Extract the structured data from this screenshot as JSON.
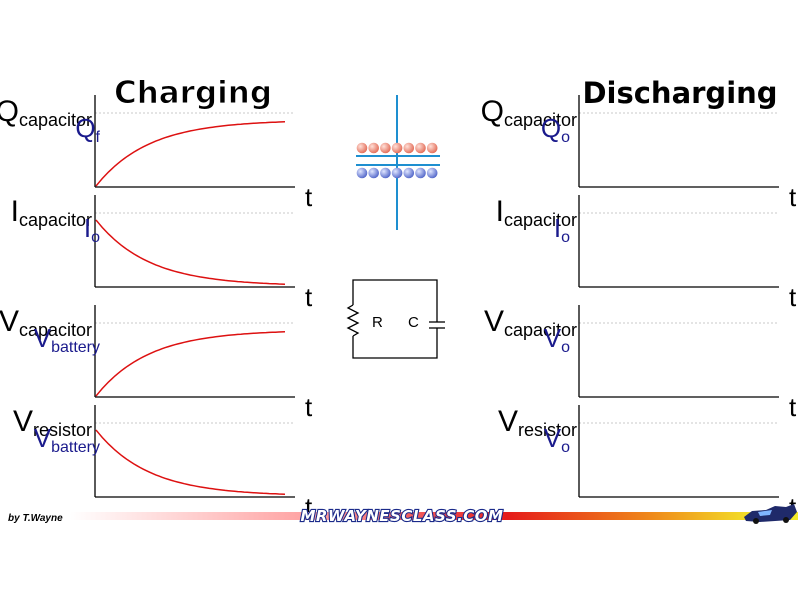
{
  "titles": {
    "left": "Charging",
    "right": "Discharging"
  },
  "axis_variable": "t",
  "left_graphs": [
    {
      "id": "q",
      "ylabel_main": "Q",
      "ylabel_sub": "capacitor",
      "marker_main": "Q",
      "marker_sub": "f",
      "curve": "rise"
    },
    {
      "id": "i",
      "ylabel_main": "I",
      "ylabel_sub": "capacitor",
      "marker_main": "I",
      "marker_sub": "o",
      "curve": "decay"
    },
    {
      "id": "vc",
      "ylabel_main": "V",
      "ylabel_sub": "capacitor",
      "marker_main": "V",
      "marker_sub": "battery",
      "curve": "rise"
    },
    {
      "id": "vr",
      "ylabel_main": "V",
      "ylabel_sub": "resistor",
      "marker_main": "V",
      "marker_sub": "battery",
      "curve": "decay"
    }
  ],
  "right_graphs": [
    {
      "id": "q",
      "ylabel_main": "Q",
      "ylabel_sub": "capacitor",
      "marker_main": "Q",
      "marker_sub": "o"
    },
    {
      "id": "i",
      "ylabel_main": "I",
      "ylabel_sub": "capacitor",
      "marker_main": "I",
      "marker_sub": "o"
    },
    {
      "id": "vc",
      "ylabel_main": "V",
      "ylabel_sub": "capacitor",
      "marker_main": "V",
      "marker_sub": "o"
    },
    {
      "id": "vr",
      "ylabel_main": "V",
      "ylabel_sub": "resistor",
      "marker_main": "V",
      "marker_sub": "o"
    }
  ],
  "circuit": {
    "resistor_label": "R",
    "capacitor_label": "C"
  },
  "capacitor_plates": {
    "positive_color": "#f08a78",
    "negative_color": "#7a8fe0",
    "charges_per_plate": 7
  },
  "footer": {
    "author": "by T.Wayne",
    "site": "MRWAYNESCLASS.COM"
  },
  "colors": {
    "curve": "#dd1111",
    "marker": "#1a1a8c",
    "axis": "#000000",
    "gridline": "#c8c8c8",
    "plate_line": "#1e8fd0"
  }
}
